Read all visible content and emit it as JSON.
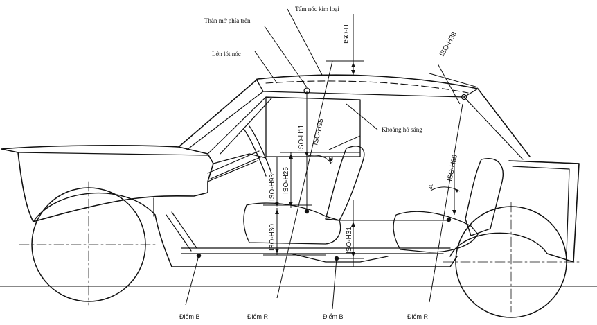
{
  "labels": {
    "roof_panel": "Tấm nóc kim loại",
    "upper_frame": "Thân mở phía trên",
    "roof_lining": "Lớn lót nóc",
    "headroom": "Khoảng hở sáng"
  },
  "dimensions": {
    "iso_h": "ISO-H",
    "iso_h38": "ISO-H38",
    "iso_h11": "ISO-H11",
    "iso_h95": "ISO-H95",
    "iso_h25": "ISO-H25",
    "iso_h93": "ISO-H93",
    "iso_h30": "ISO-H30",
    "iso_h31": "ISO-H31",
    "iso_h98": "ISO-H98"
  },
  "angles": {
    "front": "θ°",
    "rear": "θ°"
  },
  "points": {
    "point_b": "Điểm B",
    "point_r_front": "Điểm R",
    "point_b_prime": "Điểm B'",
    "point_r_rear": "Điểm R"
  }
}
